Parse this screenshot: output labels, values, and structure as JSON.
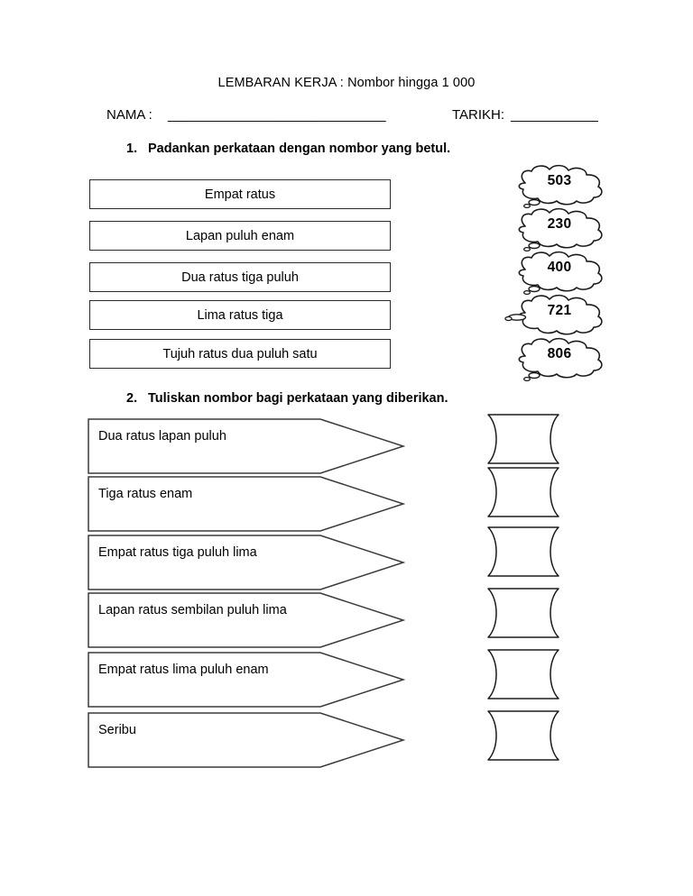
{
  "document": {
    "title": "LEMBARAN KERJA : Nombor hingga 1 000"
  },
  "header": {
    "name_label": "NAMA :",
    "name_blank": "______________________________",
    "date_label": "TARIKH:",
    "date_blank": "____________"
  },
  "section1": {
    "number": "1.",
    "instruction": "Padankan perkataan dengan nombor yang betul.",
    "word_boxes": [
      {
        "text": "Empat ratus"
      },
      {
        "text": "Lapan puluh enam"
      },
      {
        "text": "Dua ratus tiga puluh"
      },
      {
        "text": "Lima ratus tiga"
      },
      {
        "text": "Tujuh ratus dua puluh satu"
      }
    ],
    "clouds": [
      {
        "number": "503",
        "tail": "bottom"
      },
      {
        "number": "230",
        "tail": "bottom"
      },
      {
        "number": "400",
        "tail": "bottom"
      },
      {
        "number": "721",
        "tail": "left"
      },
      {
        "number": "806",
        "tail": "bottom"
      }
    ]
  },
  "section2": {
    "number": "2.",
    "instruction": "Tuliskan nombor bagi perkataan yang diberikan.",
    "arrows": [
      {
        "text": "Dua ratus lapan puluh",
        "answer": ""
      },
      {
        "text": "Tiga ratus enam",
        "answer": ""
      },
      {
        "text": "Empat ratus tiga puluh lima",
        "answer": ""
      },
      {
        "text": "Lapan ratus sembilan puluh lima",
        "answer": ""
      },
      {
        "text": "Empat ratus lima puluh enam",
        "answer": ""
      },
      {
        "text": "Seribu",
        "answer": ""
      }
    ]
  },
  "style": {
    "ink": "#000000",
    "box_border": "#2b2b2b",
    "shape_stroke": "#3a3a3a",
    "paper": "#ffffff"
  }
}
